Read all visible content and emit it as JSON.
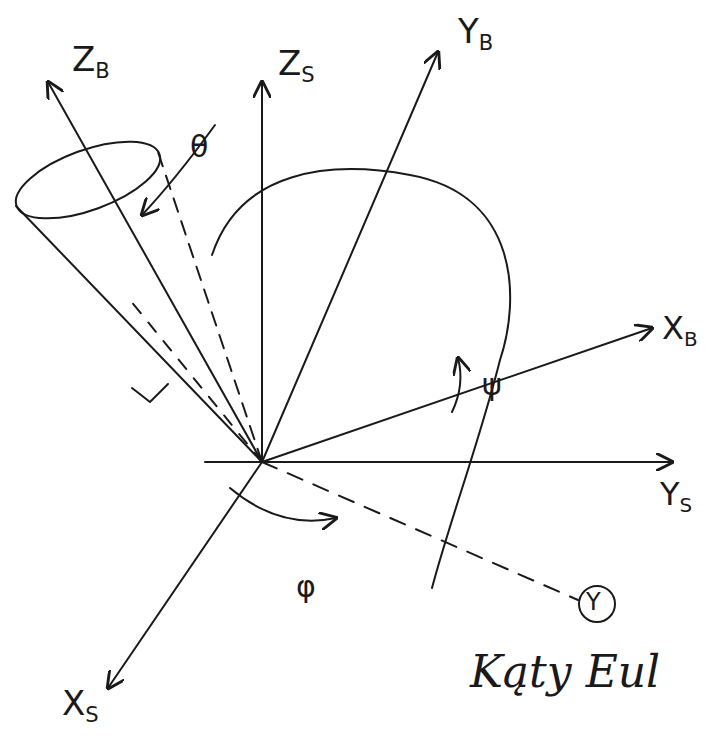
{
  "diagram": {
    "labels": [
      "ZB",
      "ZS",
      "YB",
      "θ",
      "XB",
      "ψ",
      "YS",
      "φ",
      "Y",
      "XS",
      "Kąty Eul"
    ]
  }
}
